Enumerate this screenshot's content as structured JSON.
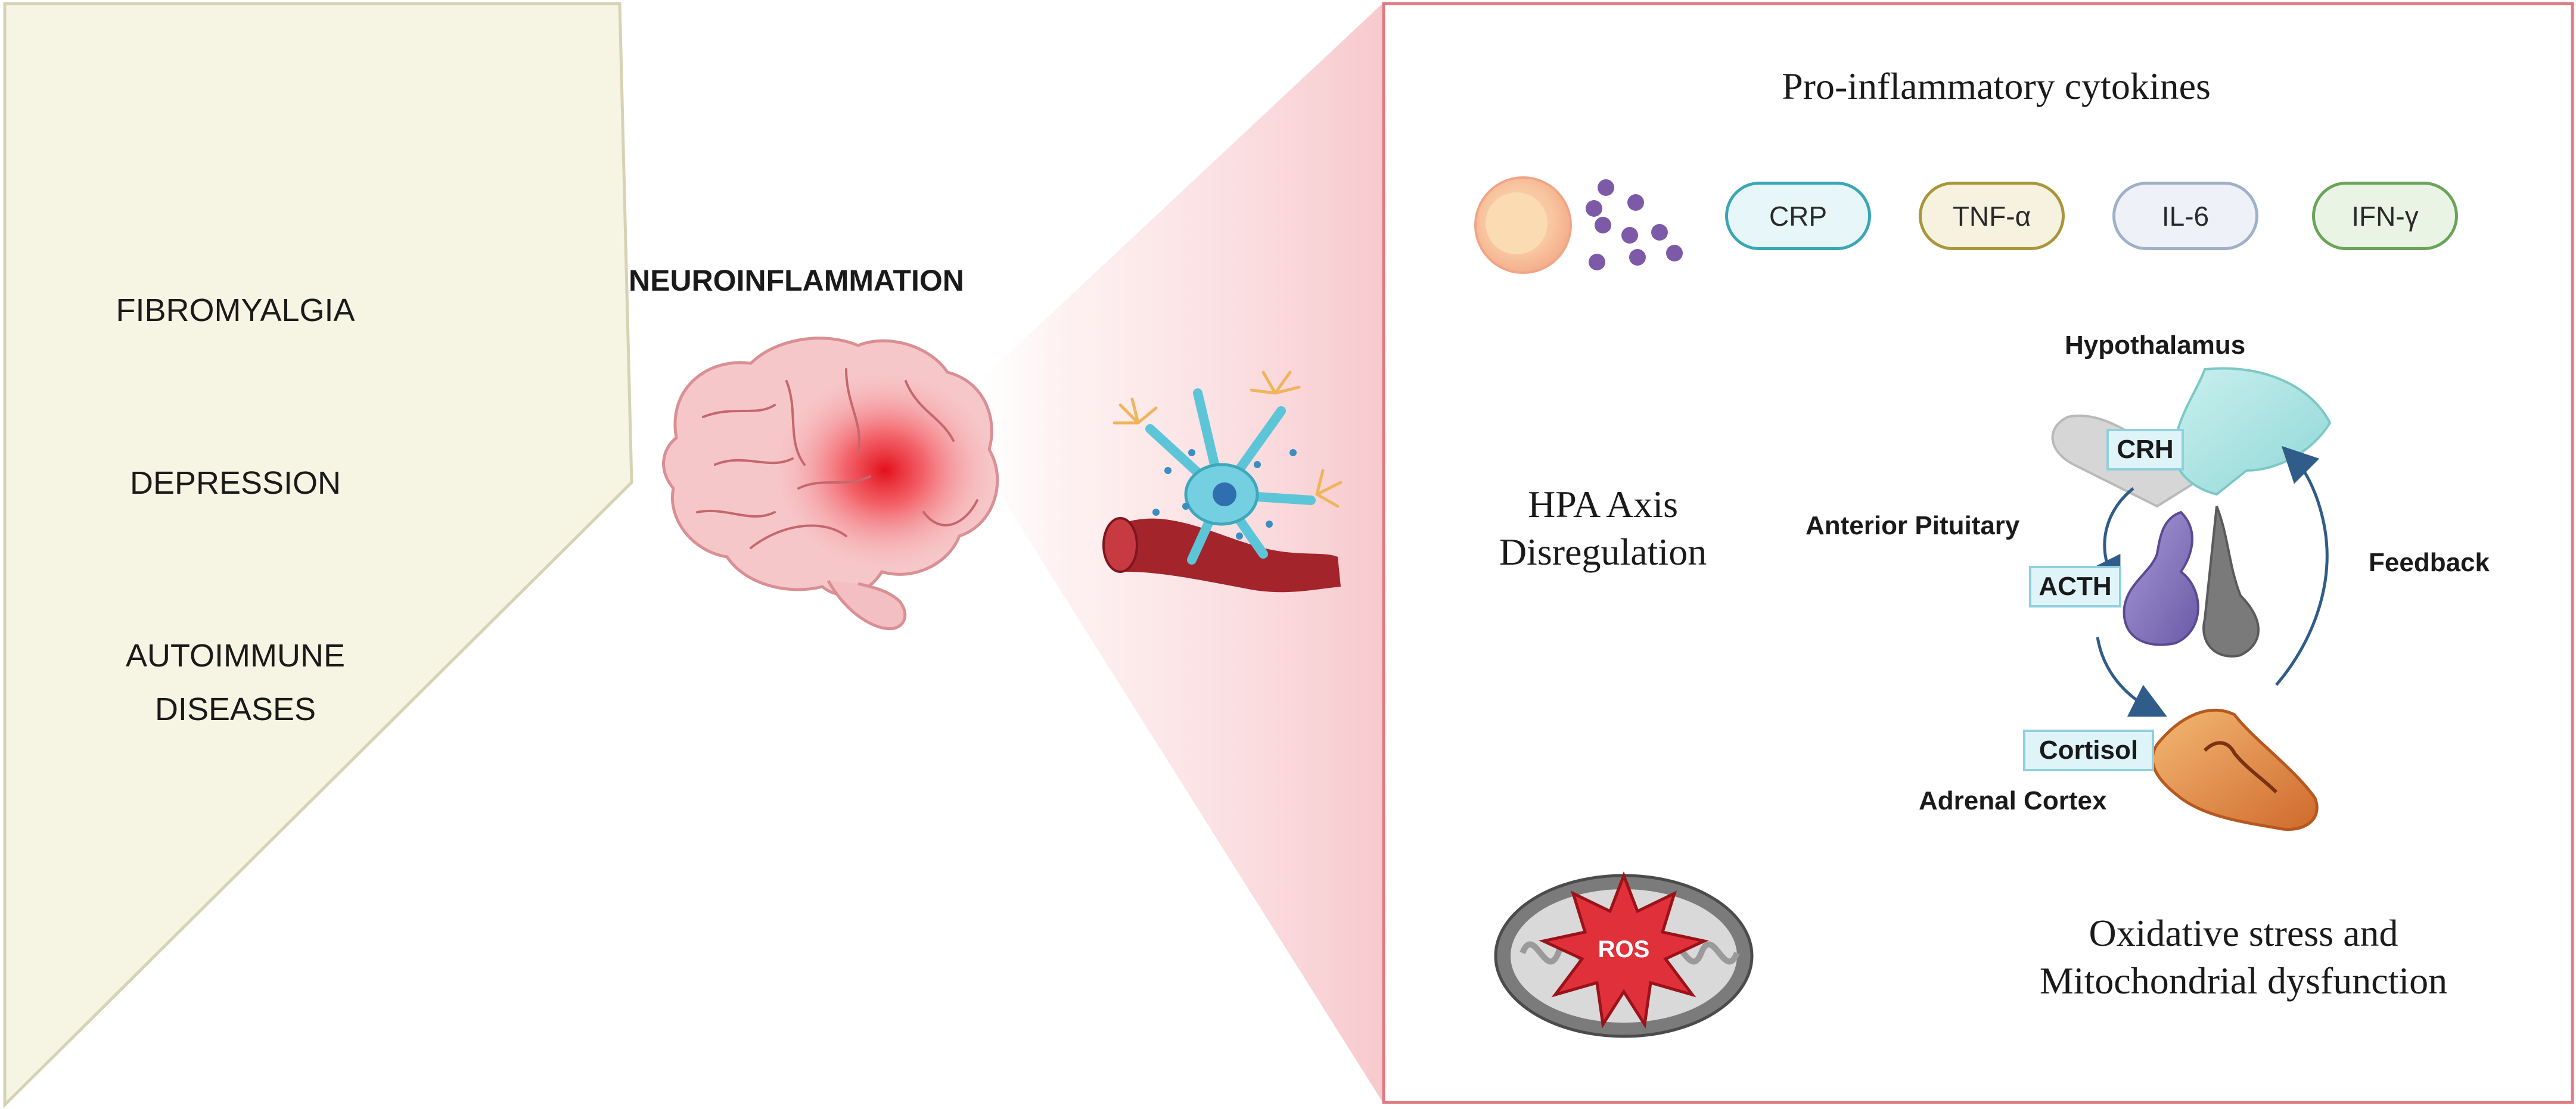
{
  "conditions": [
    "FIBROMYALGIA",
    "DEPRESSION",
    "AUTOIMMUNE",
    "DISEASES"
  ],
  "center_title": "NEUROINFLAMMATION",
  "panel": {
    "cytokines_title": "Pro-inflammatory cytokines",
    "cytokines": [
      {
        "label": "CRP",
        "border": "#3aa6b5",
        "fill": "#e7f6f8"
      },
      {
        "label": "TNF-α",
        "border": "#a8963b",
        "fill": "#f6f2df"
      },
      {
        "label": "IL-6",
        "border": "#9fb0c8",
        "fill": "#eef2f8"
      },
      {
        "label": "IFN-γ",
        "border": "#6aa35a",
        "fill": "#e9f4e5"
      }
    ],
    "hpa_title_line1": "HPA Axis",
    "hpa_title_line2": "Disregulation",
    "hypothalamus": "Hypothalamus",
    "crh": "CRH",
    "anterior_pituitary": "Anterior Pituitary",
    "acth": "ACTH",
    "feedback": "Feedback",
    "cortisol": "Cortisol",
    "adrenal_cortex": "Adrenal Cortex",
    "ros": "ROS",
    "oxidative_line1": "Oxidative stress and",
    "oxidative_line2": "Mitochondrial dysfunction"
  },
  "colors": {
    "triangle_fill": "#f6f4e3",
    "triangle_border": "#d6d2b4",
    "panel_border": "#e07a80",
    "panel_fill": "#ffffff",
    "cone_tint": "#fbe1e3",
    "accent_red": "#e0313a"
  }
}
